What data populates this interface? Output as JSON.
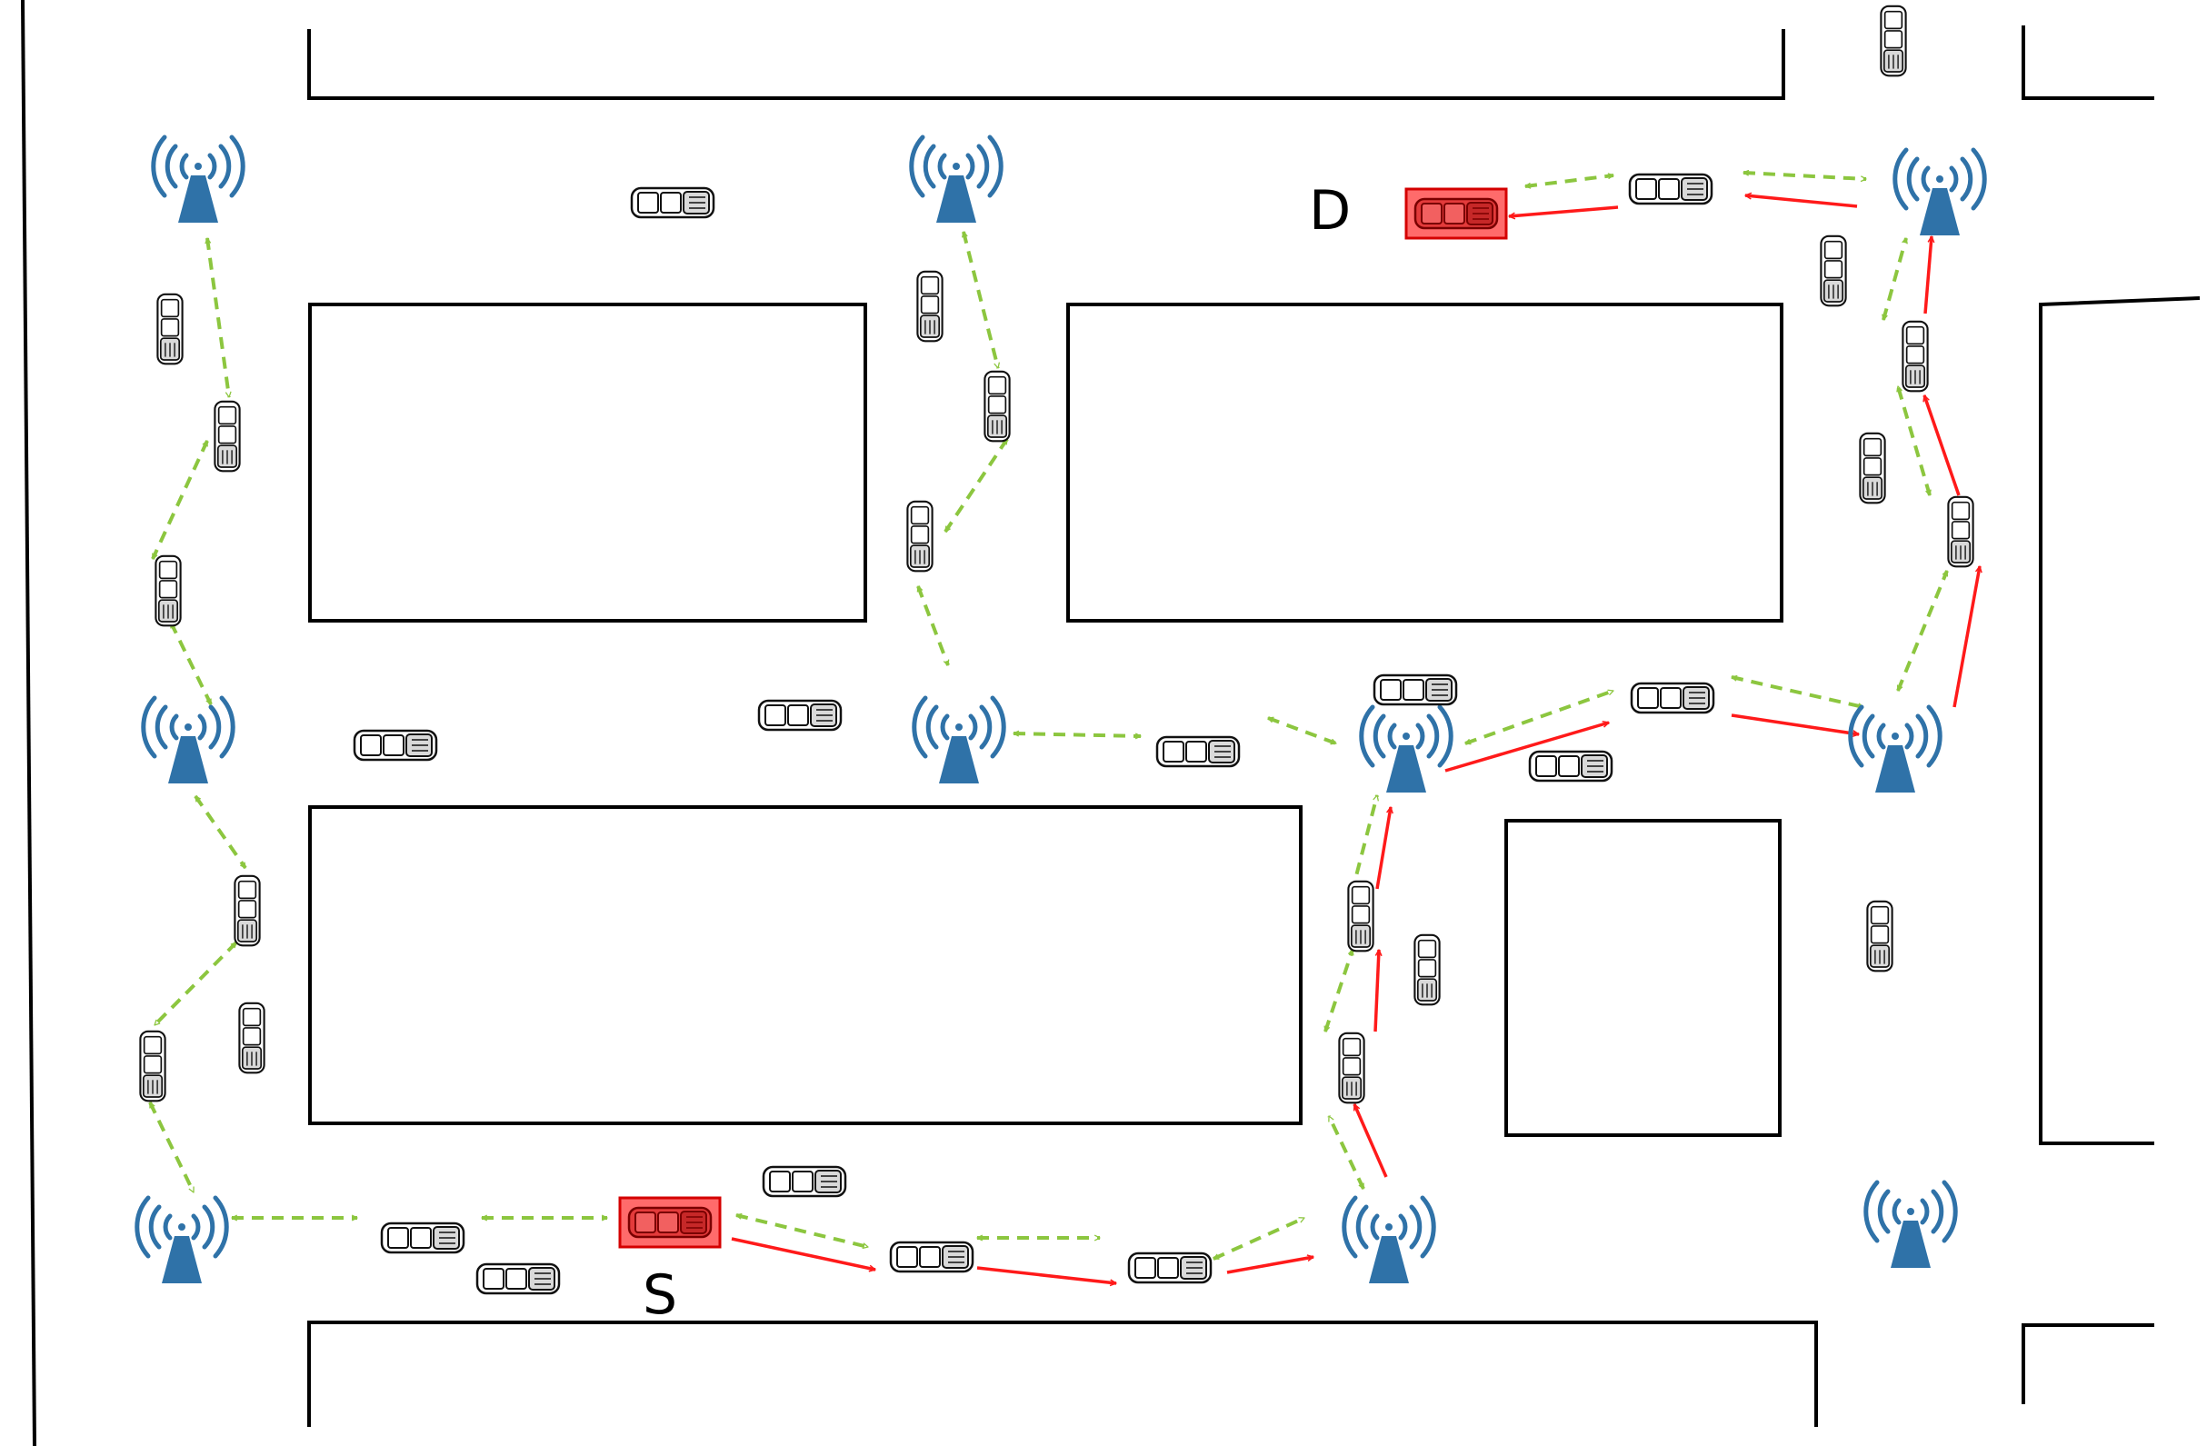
{
  "labels": {
    "source": "S",
    "destination": "D"
  },
  "legend": {
    "vehicle_icon": "car-icon",
    "rsu_icon": "wireless-tower-icon",
    "link_style": "dashed-bidirectional",
    "route_style": "solid-directed"
  },
  "colors": {
    "road_edge": "#000000",
    "tower": "#2f72a8",
    "link": "#8cc63f",
    "route": "#ff1a1a",
    "source_destination_car": "#e33b3b",
    "car_body": "#ffffff"
  }
}
